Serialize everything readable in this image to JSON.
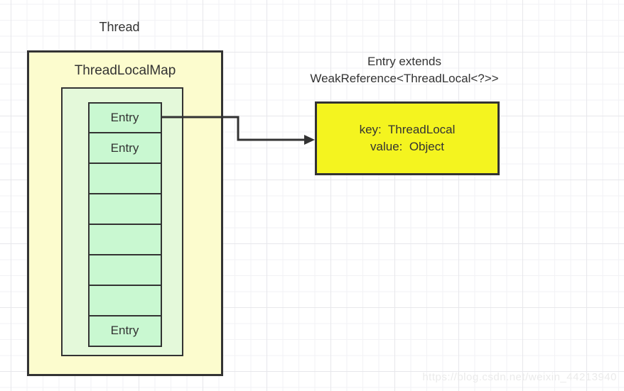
{
  "diagram": {
    "thread_label": "Thread",
    "map_label": "ThreadLocalMap",
    "entries": [
      "Entry",
      "Entry",
      "",
      "",
      "",
      "",
      "",
      "Entry"
    ],
    "note_line1": "Entry extends",
    "note_line2": "WeakReference<ThreadLocal<?>>",
    "detail_line1": "key:  ThreadLocal",
    "detail_line2": "value:  Object",
    "watermark": "https://blog.csdn.net/weixin_44213940"
  },
  "colors": {
    "outer_box_fill": "#FCFCCE",
    "inner_box_fill": "#E4F9DA",
    "cell_fill": "#C9F8D1",
    "detail_box_fill": "#F4F41F",
    "border": "#333333",
    "text": "#333333",
    "watermark_text": "#EBEBEB"
  }
}
